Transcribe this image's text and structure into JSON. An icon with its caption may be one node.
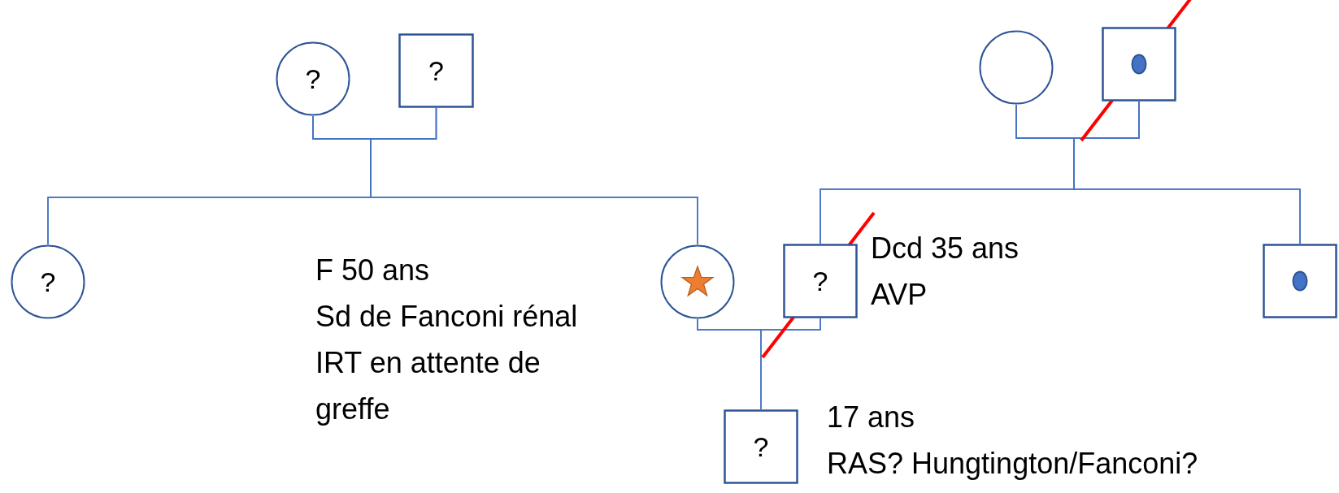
{
  "diagram": {
    "nodes": [
      {
        "text": [
          "?"
        ]
      },
      {
        "text": [
          "?"
        ]
      },
      {
        "text": [],
        "shape": "circle"
      },
      {
        "text": [],
        "shape": "box"
      },
      {
        "text": [
          "?"
        ]
      },
      {
        "text": [],
        "shape": "circle"
      },
      {
        "text": [
          "?"
        ],
        "beside": [
          "Dcd 35 ans",
          "AVP"
        ]
      },
      {
        "text": [],
        "shape": "box"
      },
      {
        "text": [
          "?"
        ],
        "beside": [
          "17 ans",
          "RAS? Hungtington/Fanconi?"
        ]
      }
    ],
    "edges": [
      {
        "from": 0,
        "to": 1,
        "arrow": "none"
      },
      {
        "from": 0,
        "to": 4,
        "arrow": "none"
      },
      {
        "from": 0,
        "to": 5,
        "arrow": "none"
      },
      {
        "from": 1,
        "to": 4,
        "arrow": "none"
      },
      {
        "from": 1,
        "to": 5,
        "arrow": "none"
      },
      {
        "from": 2,
        "to": 3,
        "arrow": "none"
      },
      {
        "from": 2,
        "to": 6,
        "arrow": "none"
      },
      {
        "from": 2,
        "to": 7,
        "arrow": "none"
      },
      {
        "from": 3,
        "to": 6,
        "arrow": "none"
      },
      {
        "from": 3,
        "to": 7,
        "arrow": "none"
      },
      {
        "from": 5,
        "to": 6,
        "arrow": "none"
      },
      {
        "from": 5,
        "to": 8,
        "arrow": "none"
      },
      {
        "from": 6,
        "to": 8,
        "arrow": "none"
      }
    ],
    "labels": [
      "F 50 ans",
      "Sd de Fanconi rénal",
      "IRT en attente de greffe"
    ]
  }
}
